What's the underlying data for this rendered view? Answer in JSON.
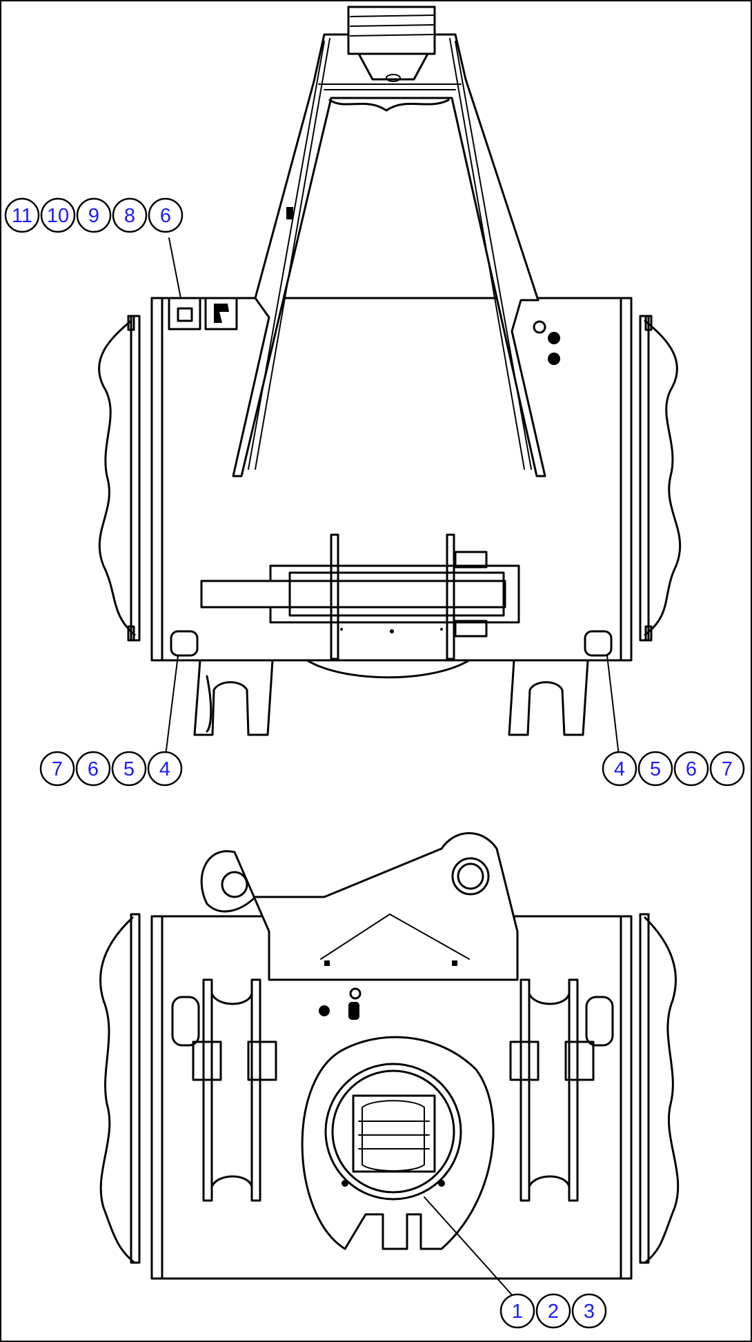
{
  "callout_groups": [
    {
      "id": "upper-left",
      "labels": [
        "11",
        "10",
        "9",
        "8",
        "6"
      ]
    },
    {
      "id": "lower-left",
      "labels": [
        "7",
        "6",
        "5",
        "4"
      ]
    },
    {
      "id": "lower-right",
      "labels": [
        "4",
        "5",
        "6",
        "7"
      ]
    },
    {
      "id": "bottom",
      "labels": [
        "1",
        "2",
        "3"
      ]
    }
  ],
  "colors": {
    "callout_text": "#1a1aff",
    "line": "#000000",
    "background": "#ffffff"
  }
}
